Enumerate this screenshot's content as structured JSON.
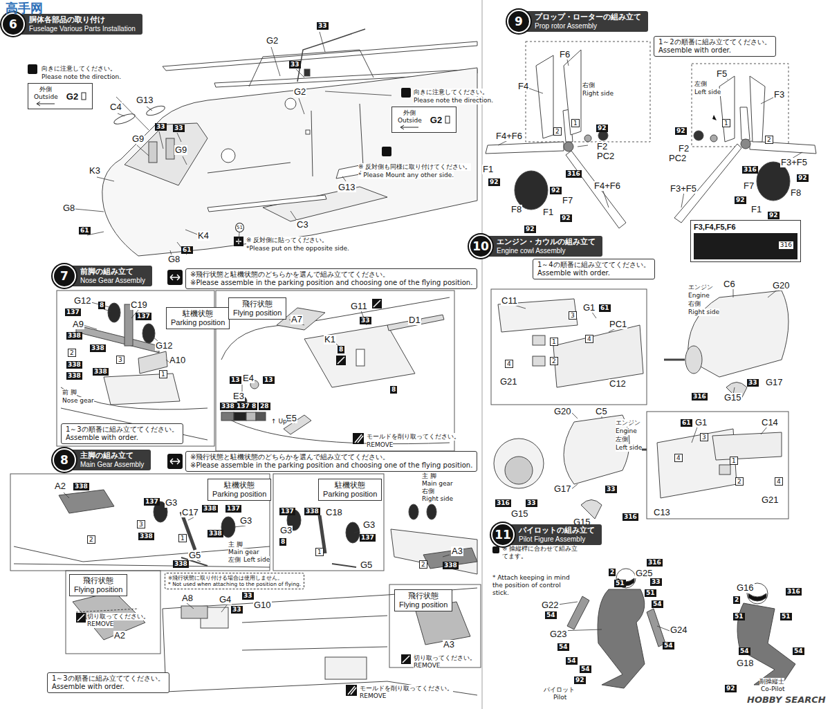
{
  "diagram": {
    "nodes": [
      {
        "text": [
          "6",
          "胴体各部品の取り付け",
          "Fuselage Various Parts Installation"
        ]
      },
      {
        "text": [
          "外側",
          "Outside",
          "G2"
        ]
      },
      {
        "text": [
          "外側",
          "Outside",
          "G2"
        ]
      },
      {
        "text": [
          "7",
          "前脚の組み立て",
          "Nose Gear Assembly"
        ]
      },
      {
        "text": [
          "※飛行状態と駐機状態のどちらかを選んで組み立ててください。",
          "※Please assemble in the parking position and choosing one of the flying position."
        ]
      },
      {
        "text": [
          "駐機状態",
          "Parking position"
        ]
      },
      {
        "text": [
          "1～3の順番に組み立ててください。",
          "Assemble with order."
        ]
      },
      {
        "text": [
          "飛行状態",
          "Flying position"
        ]
      },
      {
        "text": [
          "8",
          "主脚の組み立て",
          "Main Gear Assembly"
        ]
      },
      {
        "text": [
          "※飛行状態と駐機状態のどちらかを選んで組み立ててください。",
          "※Please assemble in the parking position and choosing one of the flying position."
        ]
      },
      {
        "text": [
          "駐機状態",
          "Parking position"
        ]
      },
      {
        "text": [
          "駐機状態",
          "Parking position"
        ]
      },
      {
        "text": [
          "飛行状態",
          "Flying position"
        ]
      },
      {
        "text": [
          "※飛行状態に取り付ける場合は使用しません。",
          "* Not used when attaching to the position of flying."
        ]
      },
      {
        "text": [
          "飛行状態",
          "Flying position"
        ]
      },
      {
        "text": [
          "1～3の順番に組み立ててください。",
          "Assemble with order."
        ]
      },
      {
        "text": [
          "9",
          "プロップ・ローターの組み立て",
          "Prop rotor Assembly"
        ]
      },
      {
        "text": [
          "1～2の順番に組み立ててください。",
          "Assemble with order."
        ]
      },
      {
        "text": [
          "F3,F4,F5,F6",
          "316"
        ]
      },
      {
        "text": [
          "10",
          "エンジン・カウルの組み立て",
          "Engine cowl Assembly"
        ]
      },
      {
        "text": [
          "1～4の順番に組み立ててください。",
          "Assemble with order."
        ]
      },
      {
        "text": [
          "11",
          "パイロットの組み立て",
          "Pilot Figure Assembly"
        ]
      }
    ],
    "labels": [
      "高手网",
      "G2",
      "G2",
      "33",
      "33",
      "C4",
      "G13",
      "33",
      "33",
      "G9",
      "G9",
      "K3",
      "G8",
      "61",
      "K4",
      "61",
      "G8",
      "C3",
      "51",
      "G13",
      "向きに注意してください。",
      "Please note the direction.",
      "向きに注意してください。",
      "Please note the direction.",
      "※ 反対側も同様に取り付けてください。",
      "* Please Mount any other side.",
      "※ 反対側に貼ってください。",
      "*Please put on the opposite side.",
      "G12",
      "137",
      "8",
      "C19",
      "137",
      "A9",
      "G12",
      "338",
      "2",
      "338",
      "3",
      "338",
      "338",
      "338",
      "A10",
      "1",
      "前 脚",
      "Nose gear",
      "A7",
      "G11",
      "33",
      "D1",
      "8",
      "K1",
      "13",
      "E4",
      "13",
      "E3",
      "8",
      "E5",
      "338",
      "137",
      "8",
      "28",
      "↑ Up",
      "モールドを削り取ってください。",
      "REMOVE",
      "A2",
      "338",
      "2",
      "3",
      "137",
      "G3",
      "C17",
      "338",
      "137",
      "G3",
      "338",
      "338",
      "1",
      "G5",
      "338",
      "主 脚",
      "Main gear",
      "左側",
      "Left side",
      "137",
      "338",
      "C18",
      "G3",
      "8",
      "G3",
      "137",
      "1",
      "G5",
      "主 脚",
      "Main gear",
      "右側",
      "Right side",
      "2",
      "338",
      "A3",
      "切り取ってください。",
      "REMOVE",
      "A2",
      "A8",
      "G4",
      "33",
      "33",
      "G10",
      "切り取ってください。",
      "REMOVE",
      "A3",
      "モールドを削り取ってください。",
      "REMOVE",
      "F6",
      "F4",
      "右側",
      "Right side",
      "2",
      "1",
      "92",
      "F4+F6",
      "F2",
      "PC2",
      "316",
      "F1",
      "92",
      "F8",
      "F7",
      "F4+F6",
      "92",
      "92",
      "F1",
      "92",
      "F5",
      "F3",
      "左側",
      "Left side",
      "1",
      "92",
      "2",
      "F3+F5",
      "F2",
      "PC2",
      "316",
      "92",
      "F7",
      "F8",
      "F3+F5",
      "92",
      "F1",
      "92",
      "C11",
      "G1",
      "61",
      "3",
      "PC1",
      "4",
      "1",
      "2",
      "4",
      "G21",
      "C12",
      "エンジン",
      "Engine",
      "右側",
      "Right side",
      "C6",
      "G20",
      "33",
      "G17",
      "316",
      "G15",
      "G20",
      "C5",
      "エンジン",
      "Engine",
      "左側",
      "Left side",
      "G17",
      "33",
      "G15",
      "316",
      "316",
      "G15",
      "33",
      "61",
      "G1",
      "C14",
      "3",
      "4",
      "1",
      "2",
      "4",
      "G21",
      "C13",
      "※ 操縦桿に合わせて組み立てます。",
      "* Attach keeping in mind the position of control stick.",
      "316",
      "2",
      "G25",
      "51",
      "33",
      "51",
      "54",
      "G22",
      "54",
      "G23",
      "54",
      "G24",
      "54",
      "54",
      "54",
      "92",
      "パイロット",
      "Pilot",
      "G16",
      "316",
      "2",
      "51",
      "51",
      "54",
      "54",
      "G18",
      "副操縦士",
      "Co-Pilot",
      "92",
      "HOBBY SEARCH"
    ]
  }
}
